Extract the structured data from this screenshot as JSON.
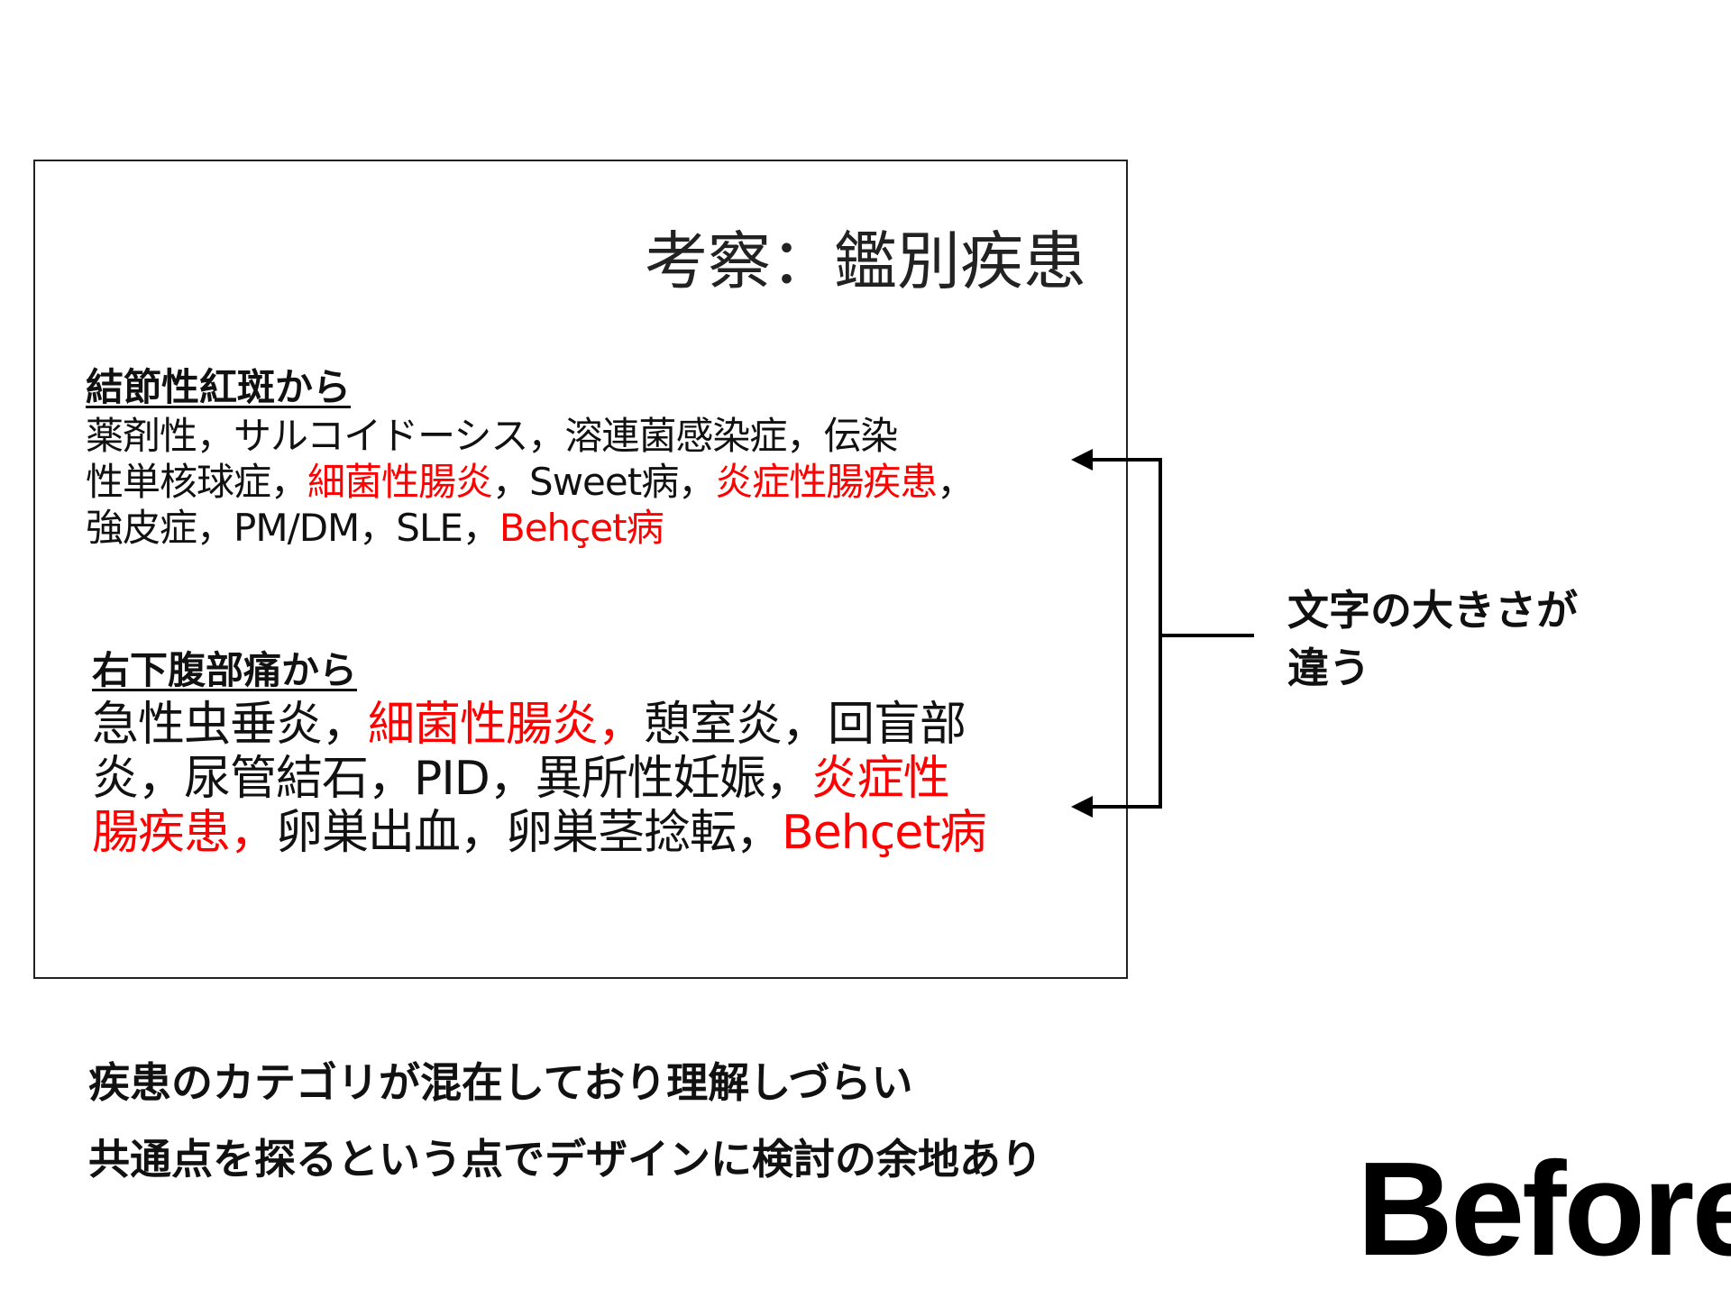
{
  "slide": {
    "title": "考察：鑑別疾患",
    "section1": {
      "heading": "結節性紅斑から",
      "lines": [
        [
          {
            "t": "薬剤性，サルコイドーシス，溶連菌感染症，伝染",
            "red": false
          }
        ],
        [
          {
            "t": "性単核球症，",
            "red": false
          },
          {
            "t": "細菌性腸炎",
            "red": true
          },
          {
            "t": "，Sweet病，",
            "red": false
          },
          {
            "t": "炎症性腸疾患",
            "red": true
          },
          {
            "t": "，",
            "red": false
          }
        ],
        [
          {
            "t": "強皮症，PM/DM，SLE，",
            "red": false
          },
          {
            "t": "Behçet病",
            "red": true
          }
        ]
      ]
    },
    "section2": {
      "heading": "右下腹部痛から",
      "lines": [
        [
          {
            "t": "急性虫垂炎，",
            "red": false
          },
          {
            "t": "細菌性腸炎，",
            "red": true
          },
          {
            "t": "憩室炎，回盲部",
            "red": false
          }
        ],
        [
          {
            "t": "炎，尿管結石，PID，異所性妊娠，",
            "red": false
          },
          {
            "t": "炎症性",
            "red": true
          }
        ],
        [
          {
            "t": "腸疾患，",
            "red": true
          },
          {
            "t": "卵巣出血，卵巣茎捻転，",
            "red": false
          },
          {
            "t": "Behçet病",
            "red": true
          }
        ]
      ]
    }
  },
  "annotation": {
    "line1": "文字の大きさが",
    "line2": "違う"
  },
  "comments": {
    "line1": "疾患のカテゴリが混在しており理解しづらい",
    "line2": "共通点を探るという点でデザインに検討の余地あり"
  },
  "label": "Before",
  "colors": {
    "highlight": "#ff0000",
    "text": "#111111"
  }
}
